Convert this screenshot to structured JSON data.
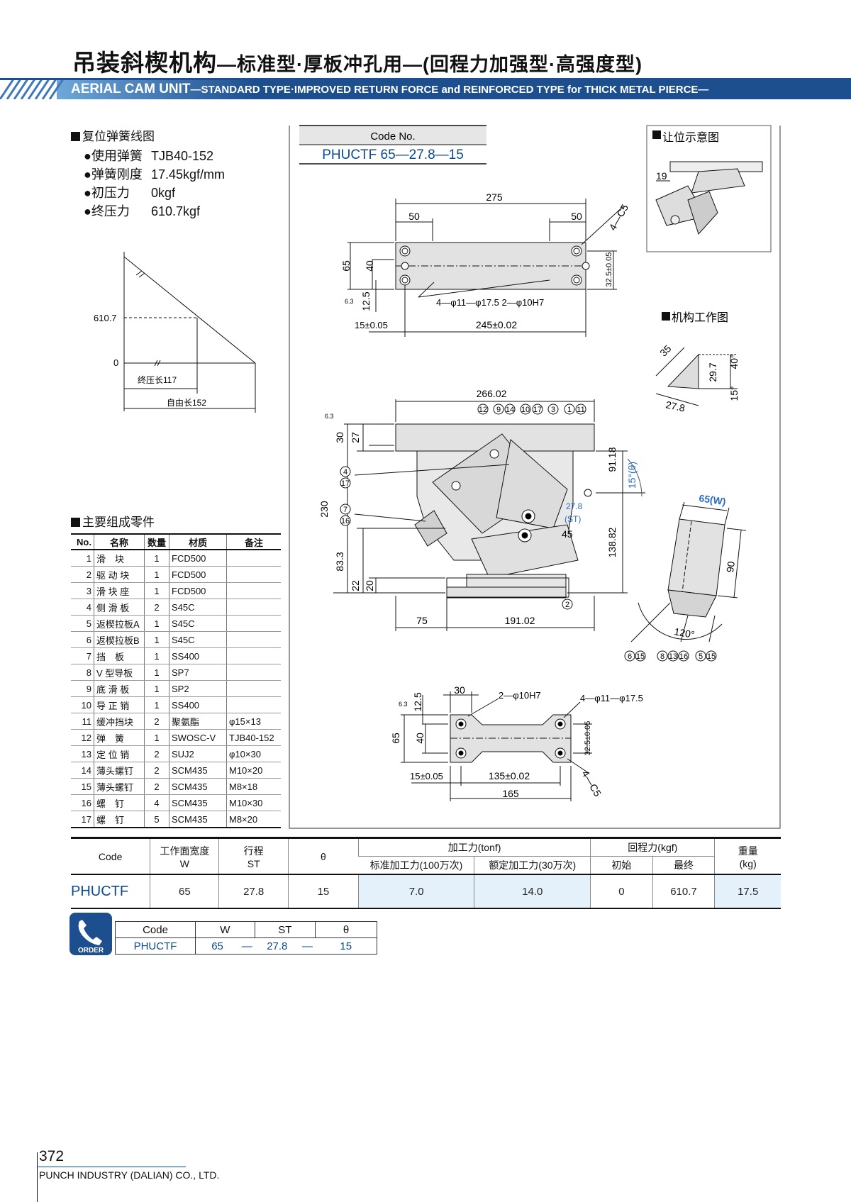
{
  "header": {
    "title_cn_main": "吊装斜楔机构",
    "title_cn_sub": "—标准型·厚板冲孔用—(回程力加强型·高强度型)",
    "title_en_main": "AERIAL CAM UNIT",
    "title_en_sub": "—STANDARD TYPE·IMPROVED RETURN FORCE and REINFORCED TYPE for THICK METAL PIERCE—"
  },
  "spring": {
    "section_title": "复位弹簧线图",
    "specs": [
      {
        "label": "●使用弹簧",
        "value": "TJB40-152"
      },
      {
        "label": "●弹簧刚度",
        "value": "17.45kgf/mm"
      },
      {
        "label": "●初压力",
        "value": "0kgf"
      },
      {
        "label": "●终压力",
        "value": "610.7kgf"
      }
    ],
    "graph": {
      "y_value": "610.7",
      "y_zero": "0",
      "final_length_label": "终压长117",
      "free_length_label": "自由长152"
    }
  },
  "parts": {
    "section_title": "主要组成零件",
    "headers": [
      "No.",
      "名称",
      "数量",
      "材质",
      "备注"
    ],
    "rows": [
      [
        "1",
        "滑　块",
        "1",
        "FCD500",
        ""
      ],
      [
        "2",
        "驱 动 块",
        "1",
        "FCD500",
        ""
      ],
      [
        "3",
        "滑 块 座",
        "1",
        "FCD500",
        ""
      ],
      [
        "4",
        "侧 滑 板",
        "2",
        "S45C",
        ""
      ],
      [
        "5",
        "返楔拉板A",
        "1",
        "S45C",
        ""
      ],
      [
        "6",
        "返楔拉板B",
        "1",
        "S45C",
        ""
      ],
      [
        "7",
        "挡　板",
        "1",
        "SS400",
        ""
      ],
      [
        "8",
        "V 型导板",
        "1",
        "SP7",
        ""
      ],
      [
        "9",
        "底 滑 板",
        "1",
        "SP2",
        ""
      ],
      [
        "10",
        "导 正 销",
        "1",
        "SS400",
        ""
      ],
      [
        "11",
        "缓冲挡块",
        "2",
        "聚氨酯",
        "φ15×13"
      ],
      [
        "12",
        "弹　簧",
        "1",
        "SWOSC-V",
        "TJB40-152"
      ],
      [
        "13",
        "定 位 销",
        "2",
        "SUJ2",
        "φ10×30"
      ],
      [
        "14",
        "薄头螺钉",
        "2",
        "SCM435",
        "M10×20"
      ],
      [
        "15",
        "薄头螺钉",
        "2",
        "SCM435",
        "M8×18"
      ],
      [
        "16",
        "螺　钉",
        "4",
        "SCM435",
        "M10×30"
      ],
      [
        "17",
        "螺　钉",
        "5",
        "SCM435",
        "M8×20"
      ]
    ]
  },
  "drawing": {
    "code_no_label": "Code No.",
    "code_no_value": "PHUCTF 65—27.8—15",
    "clearance_title": "让位示意图",
    "clearance_dim": "19",
    "mech_title": "机构工作图",
    "mech_dims": [
      "35",
      "29.7",
      "40°",
      "27.8",
      "15°"
    ],
    "top_view": {
      "d275": "275",
      "d50a": "50",
      "d50b": "50",
      "c5": "4—C5",
      "d65": "65",
      "d40": "40",
      "d125": "12.5",
      "d325": "32.5±0.05",
      "holes": "4—φ11—φ17.5  2—φ10H7",
      "d15": "15±0.05",
      "d245": "245±0.02",
      "rough": "6.3"
    },
    "front_view": {
      "d266": "266.02",
      "callouts_top": [
        "12",
        "9",
        "14",
        "10",
        "17",
        "3",
        "1",
        "11"
      ],
      "d30": "30",
      "d27": "27",
      "d230": "230",
      "d833": "83.3",
      "d22": "22",
      "d20": "20",
      "d9118": "91.18",
      "d13882": "138.82",
      "theta": "15°(θ)",
      "st": "27.8",
      "st_label": "(ST)",
      "d45": "45",
      "d75": "75",
      "d19102": "191.02",
      "left_callouts": [
        "4",
        "17",
        "7",
        "16"
      ],
      "callout_2": "2",
      "rough": "6.3"
    },
    "side_view": {
      "w": "65(W)",
      "d90": "90",
      "angle": "120°",
      "callouts": [
        "6",
        "15",
        "8",
        "13",
        "16",
        "5",
        "15"
      ]
    },
    "bottom_view": {
      "d30": "30",
      "holes_a": "2—φ10H7",
      "holes_b": "4—φ11—φ17.5",
      "d125": "12.5",
      "d65": "65",
      "d40": "40",
      "d325": "32.5±0.05",
      "d15": "15±0.05",
      "d135": "135±0.02",
      "d165": "165",
      "c5": "4—C5",
      "rough": "6.3"
    }
  },
  "spec_table": {
    "headers": {
      "code": "Code",
      "width": "工作面宽度",
      "width_sub": "W",
      "stroke": "行程",
      "stroke_sub": "ST",
      "theta": "θ",
      "force": "加工力(tonf)",
      "force_std": "标准加工力(100万次)",
      "force_rated": "额定加工力(30万次)",
      "return": "回程力(kgf)",
      "return_init": "初始",
      "return_final": "最终",
      "weight": "重量",
      "weight_sub": "(kg)"
    },
    "row": {
      "code": "PHUCTF",
      "w": "65",
      "st": "27.8",
      "theta": "15",
      "std": "7.0",
      "rated": "14.0",
      "init": "0",
      "final": "610.7",
      "weight": "17.5"
    }
  },
  "order": {
    "icon_label": "ORDER",
    "headers": [
      "Code",
      "W",
      "ST",
      "θ"
    ],
    "values": [
      "PHUCTF",
      "65",
      "—",
      "27.8",
      "—",
      "15"
    ]
  },
  "footer": {
    "page_number": "372",
    "company": "PUNCH INDUSTRY (DALIAN) CO., LTD."
  },
  "colors": {
    "brand_blue": "#0b4a8c",
    "banner_blue": "#1d4f8f",
    "highlight": "#e4f1fb"
  }
}
